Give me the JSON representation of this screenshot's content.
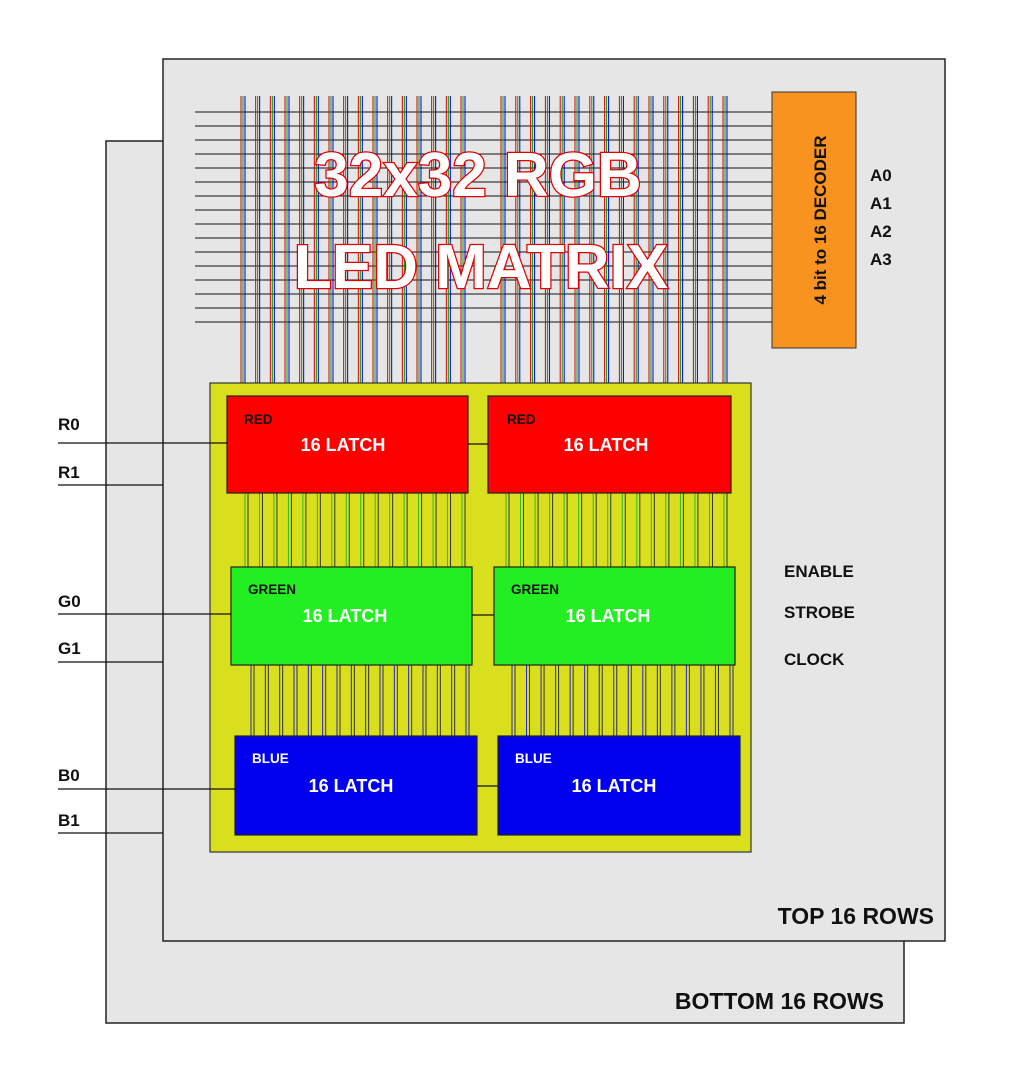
{
  "title": {
    "line1": "32x32 RGB",
    "line2": "LED MATRIX"
  },
  "panels": {
    "top_label": "TOP 16 ROWS",
    "bottom_label": "BOTTOM 16 ROWS"
  },
  "decoder": {
    "label": "4 bit to 16 DECODER",
    "color": "#f7931e",
    "address_lines": [
      "A0",
      "A1",
      "A2",
      "A3"
    ]
  },
  "latches": {
    "red": {
      "color_name": "RED",
      "label": "16 LATCH",
      "fill": "#ff0000"
    },
    "green": {
      "color_name": "GREEN",
      "label": "16 LATCH",
      "fill": "#22ee22"
    },
    "blue": {
      "color_name": "BLUE",
      "label": "16 LATCH",
      "fill": "#0000ee"
    }
  },
  "driver_board_color": "#d9df1c",
  "inputs": [
    "R0",
    "R1",
    "G0",
    "G1",
    "B0",
    "B1"
  ],
  "control_signals": [
    "ENABLE",
    "STROBE",
    "CLOCK"
  ]
}
